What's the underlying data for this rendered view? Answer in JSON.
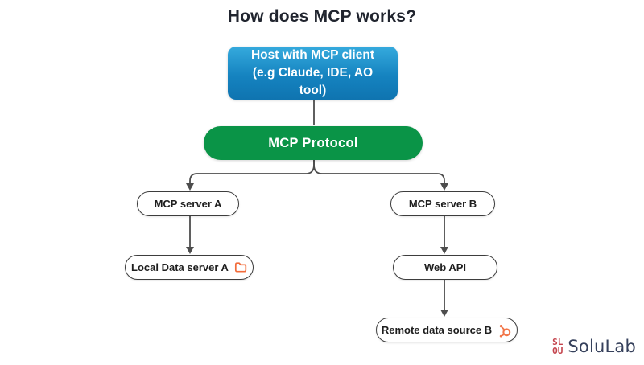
{
  "title": "How does MCP works?",
  "nodes": {
    "host": {
      "label": "Host with MCP client (e.g Claude, IDE, AO tool)"
    },
    "protocol": {
      "label": "MCP Protocol"
    },
    "server_a": {
      "label": "MCP server A"
    },
    "server_b": {
      "label": "MCP server B"
    },
    "local_data": {
      "label": "Local Data server A",
      "icon": "folder-icon"
    },
    "web_api": {
      "label": "Web API"
    },
    "remote_source": {
      "label": "Remote data source B",
      "icon": "hubspot-sprocket-icon"
    }
  },
  "edges": [
    {
      "from": "host",
      "to": "protocol",
      "arrow": false
    },
    {
      "from": "protocol",
      "to": "server_a",
      "arrow": true
    },
    {
      "from": "protocol",
      "to": "server_b",
      "arrow": true
    },
    {
      "from": "server_a",
      "to": "local_data",
      "arrow": true
    },
    {
      "from": "server_b",
      "to": "web_api",
      "arrow": true
    },
    {
      "from": "web_api",
      "to": "remote_source",
      "arrow": true
    }
  ],
  "branding": {
    "logo_text": "SoluLab",
    "mark_row_top": "SL",
    "mark_row_bottom": "OU"
  },
  "colors": {
    "host_gradient_top": "#35aadd",
    "host_gradient_bottom": "#0f74b0",
    "protocol_green": "#0a9447",
    "accent_orange": "#f26b3a",
    "connector_gray": "#4d4d4d",
    "logo_red": "#c4434c",
    "logo_navy": "#36415c",
    "title_color": "#21252f"
  }
}
